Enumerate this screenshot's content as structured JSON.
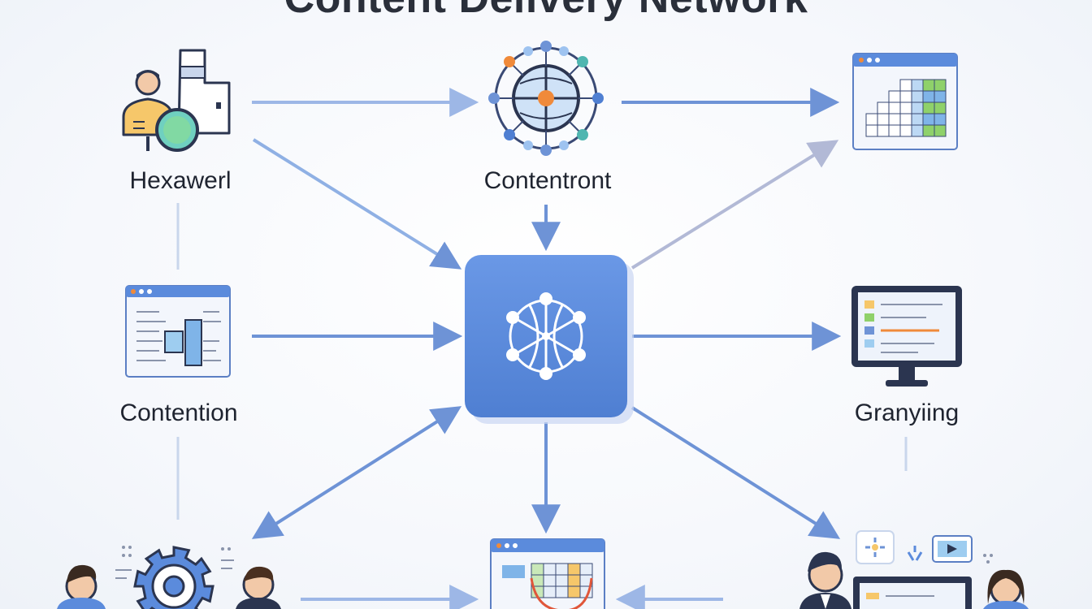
{
  "title": "Content Delivery Network",
  "labels": {
    "top_left": "Hexawerl",
    "top_center": "Contentront",
    "mid_left": "Contention",
    "mid_right": "Granyiing"
  },
  "colors": {
    "hub_blue": "#5b8bdc",
    "arrow_blue": "#6e93d6",
    "arrow_light": "#9db7e6",
    "orange": "#f08a3a",
    "teal": "#4fb6b0",
    "green": "#8fd16a",
    "navy": "#2b3550"
  },
  "icons": {
    "user_search": "user-search-icon",
    "globe_network": "globe-network-icon",
    "grid_window": "spreadsheet-window-icon",
    "hub": "network-hub-icon",
    "code_window": "code-window-icon",
    "monitor": "monitor-icon",
    "team_gear": "team-gear-icon",
    "dashboard_window": "dashboard-window-icon",
    "team_devices": "team-devices-icon"
  }
}
